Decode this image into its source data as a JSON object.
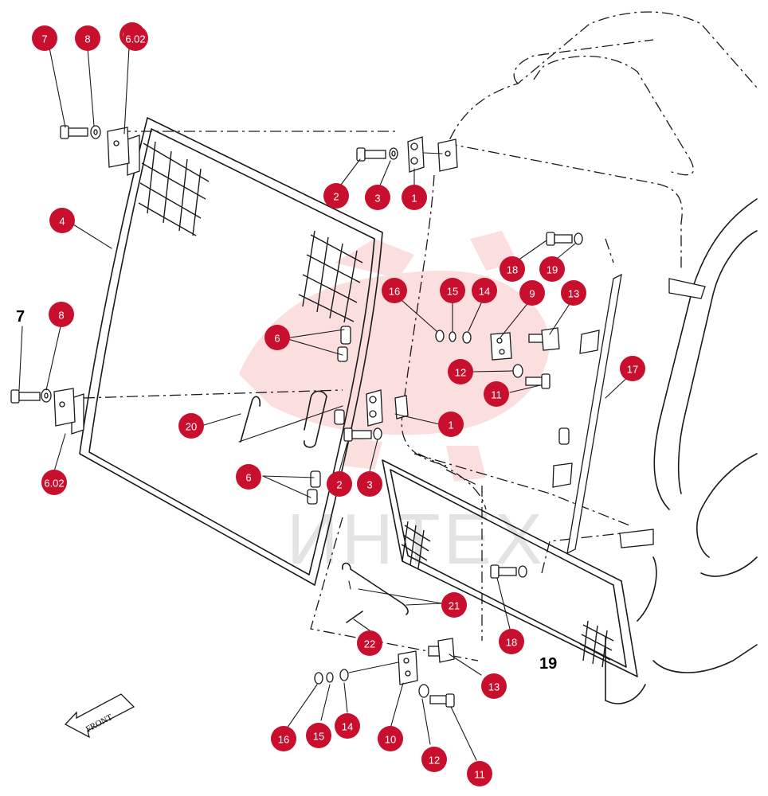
{
  "watermark": "ИНТЕХ",
  "front_label": "FRONT",
  "bold_labels": {
    "left_seven": "7",
    "bottom_nineteen": "19"
  },
  "callouts": [
    {
      "id": "c-7-top",
      "label": "7"
    },
    {
      "id": "c-8-top",
      "label": "8"
    },
    {
      "id": "c-602-top",
      "label": "6.02"
    },
    {
      "id": "c-602-top-bg",
      "label": "6.02"
    },
    {
      "id": "c-2-top",
      "label": "2"
    },
    {
      "id": "c-3-top",
      "label": "3"
    },
    {
      "id": "c-1-top",
      "label": "1"
    },
    {
      "id": "c-4",
      "label": "4"
    },
    {
      "id": "c-18-top",
      "label": "18"
    },
    {
      "id": "c-19-top",
      "label": "19"
    },
    {
      "id": "c-16-mid",
      "label": "16"
    },
    {
      "id": "c-15-mid",
      "label": "15"
    },
    {
      "id": "c-14-mid",
      "label": "14"
    },
    {
      "id": "c-9",
      "label": "9"
    },
    {
      "id": "c-13-mid",
      "label": "13"
    },
    {
      "id": "c-8-left",
      "label": "8"
    },
    {
      "id": "c-6-upper",
      "label": "6"
    },
    {
      "id": "c-12-mid",
      "label": "12"
    },
    {
      "id": "c-17",
      "label": "17"
    },
    {
      "id": "c-11-mid",
      "label": "11"
    },
    {
      "id": "c-20",
      "label": "20"
    },
    {
      "id": "c-1-mid",
      "label": "1"
    },
    {
      "id": "c-6-lower",
      "label": "6"
    },
    {
      "id": "c-2-mid",
      "label": "2"
    },
    {
      "id": "c-3-mid",
      "label": "3"
    },
    {
      "id": "c-602-bottom",
      "label": "6.02"
    },
    {
      "id": "c-21",
      "label": "21"
    },
    {
      "id": "c-22",
      "label": "22"
    },
    {
      "id": "c-18-bottom",
      "label": "18"
    },
    {
      "id": "c-13-bottom",
      "label": "13"
    },
    {
      "id": "c-16-bottom",
      "label": "16"
    },
    {
      "id": "c-15-bottom",
      "label": "15"
    },
    {
      "id": "c-14-bottom",
      "label": "14"
    },
    {
      "id": "c-10",
      "label": "10"
    },
    {
      "id": "c-12-bottom",
      "label": "12"
    },
    {
      "id": "c-11-bottom",
      "label": "11"
    }
  ],
  "colors": {
    "callout_fill": "#c8102e",
    "callout_text": "#ffffff",
    "watermark_logo": "#f4b6b6",
    "line": "#1a1a1a"
  }
}
